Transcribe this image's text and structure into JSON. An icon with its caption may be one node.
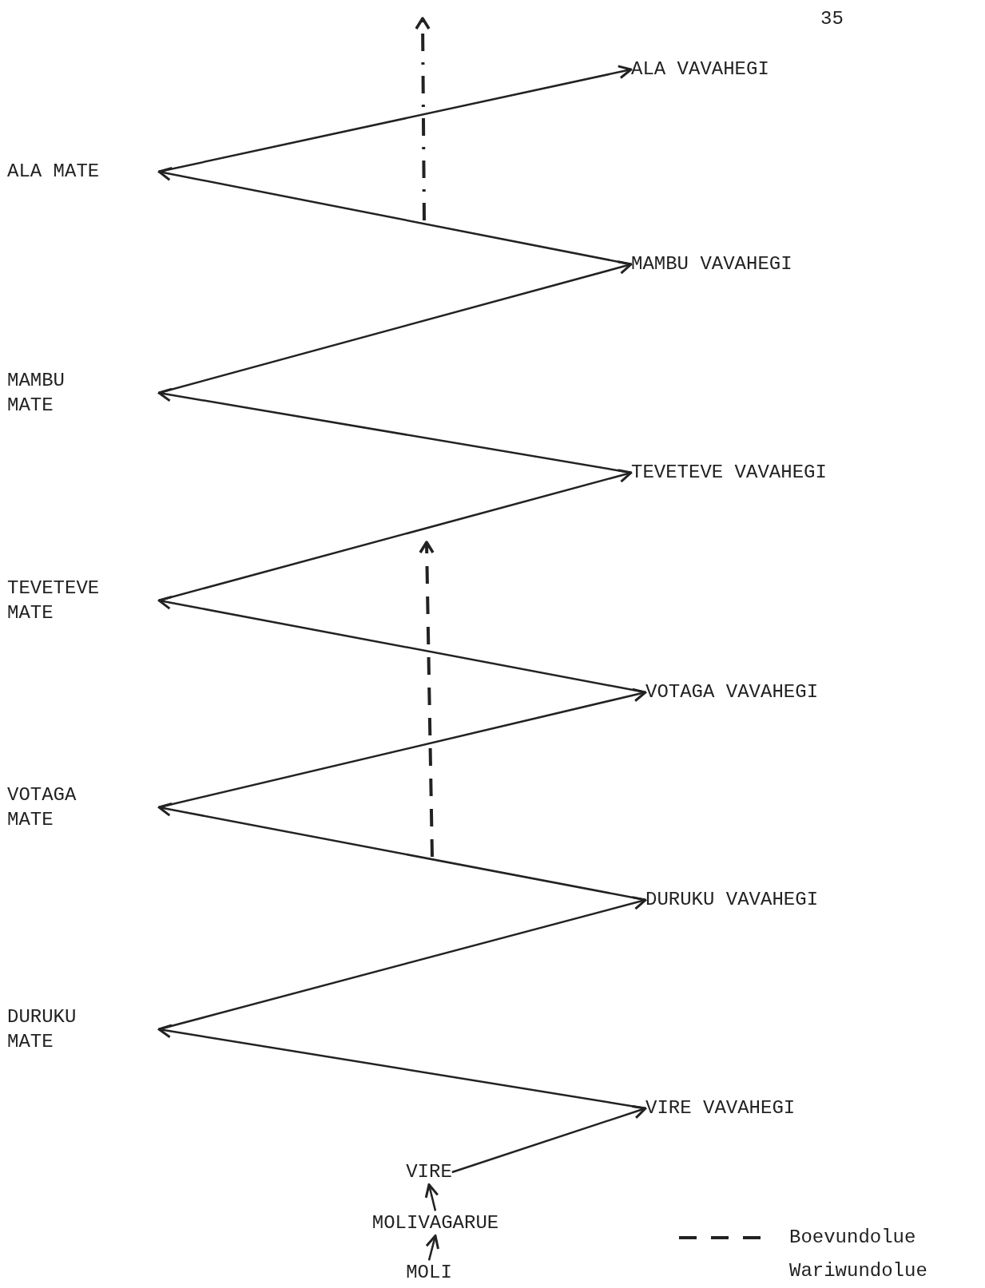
{
  "diagram": {
    "nodes": [
      {
        "text": [
          "ALA VAVAHEGI"
        ]
      },
      {
        "text": [
          "ALA MATE"
        ]
      },
      {
        "text": [
          "MAMBU VAVAHEGI"
        ]
      },
      {
        "text": [
          "MAMBU MATE"
        ]
      },
      {
        "text": [
          "TEVETEVE VAVAHEGI"
        ]
      },
      {
        "text": [
          "TEVETEVE MATE"
        ]
      },
      {
        "text": [
          "VOTAGA VAVAHEGI"
        ]
      },
      {
        "text": [
          "VOTAGA MATE"
        ]
      },
      {
        "text": [
          "DURUKU VAVAHEGI"
        ]
      },
      {
        "text": [
          "DURUKU MATE"
        ]
      },
      {
        "text": [
          "VIRE VAVAHEGI"
        ]
      },
      {
        "text": [
          "VIRE"
        ]
      },
      {
        "text": [
          "MOLIVAGARUE"
        ]
      },
      {
        "text": [
          "MOLI"
        ]
      }
    ],
    "edges": [
      {
        "from": 13,
        "to": 12,
        "arrow": "to"
      },
      {
        "from": 12,
        "to": 11,
        "arrow": "to"
      },
      {
        "from": 11,
        "to": 10,
        "arrow": "to"
      },
      {
        "from": 10,
        "to": 9,
        "arrow": "to"
      },
      {
        "from": 9,
        "to": 8,
        "arrow": "to"
      },
      {
        "from": 8,
        "to": 7,
        "arrow": "to"
      },
      {
        "from": 7,
        "to": 6,
        "arrow": "to"
      },
      {
        "from": 6,
        "to": 5,
        "arrow": "to"
      },
      {
        "from": 5,
        "to": 4,
        "arrow": "to"
      },
      {
        "from": 4,
        "to": 3,
        "arrow": "to"
      },
      {
        "from": 3,
        "to": 2,
        "arrow": "to"
      },
      {
        "from": 2,
        "to": 1,
        "arrow": "to"
      },
      {
        "from": 1,
        "to": 0,
        "arrow": "to"
      }
    ],
    "labels": [
      "35"
    ],
    "legend": [
      {
        "text": "Boevundolue"
      },
      {
        "text": "Wariwundolue"
      }
    ]
  }
}
